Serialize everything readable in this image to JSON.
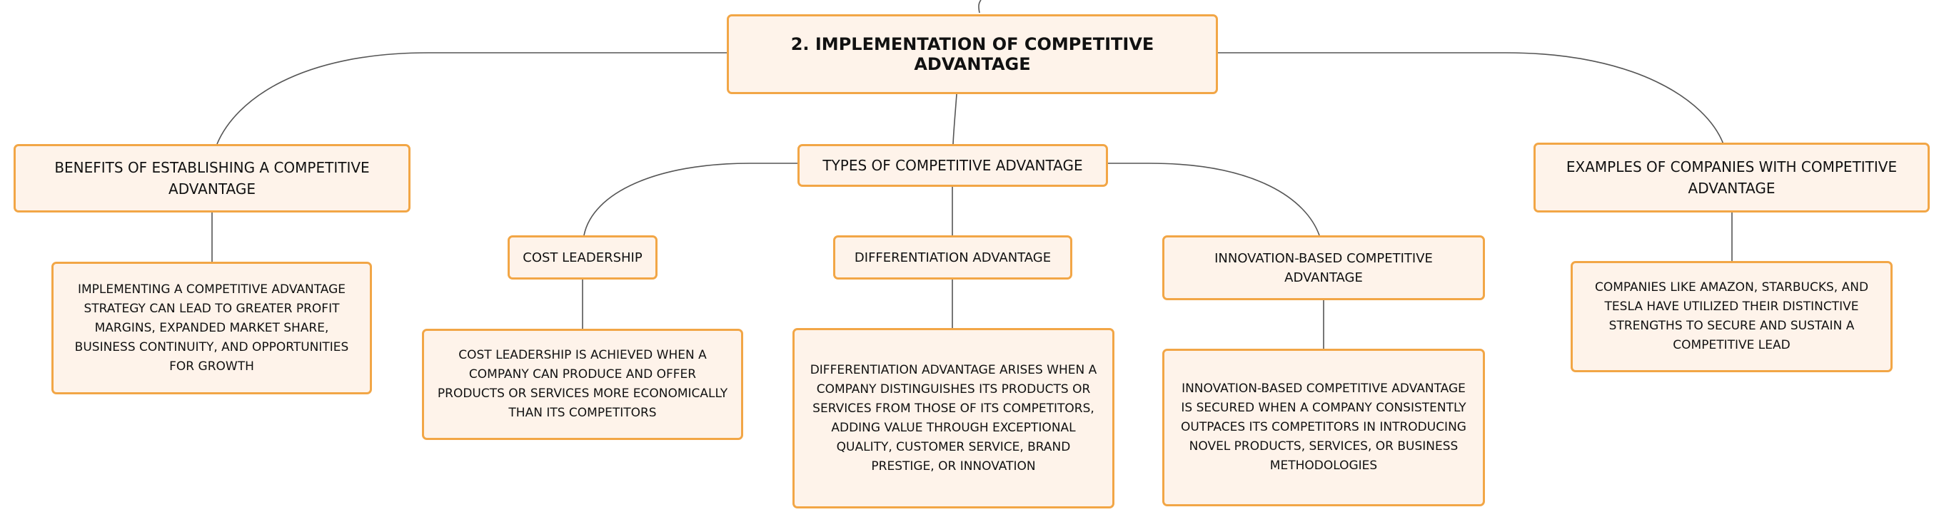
{
  "diagram": {
    "colors": {
      "fill": "#fef3ea",
      "border": "#f2a646",
      "link": "#555555",
      "text": "#111111"
    },
    "root": {
      "label": "2. IMPLEMENTATION OF COMPETITIVE ADVANTAGE"
    },
    "benefits": {
      "label": "BENEFITS OF ESTABLISHING A COMPETITIVE ADVANTAGE",
      "detail": "IMPLEMENTING A COMPETITIVE ADVANTAGE STRATEGY CAN LEAD TO GREATER PROFIT MARGINS, EXPANDED MARKET SHARE, BUSINESS CONTINUITY, AND OPPORTUNITIES FOR GROWTH"
    },
    "types": {
      "label": "TYPES OF COMPETITIVE ADVANTAGE",
      "cost": {
        "label": "COST LEADERSHIP",
        "detail": "COST LEADERSHIP IS ACHIEVED WHEN A COMPANY CAN PRODUCE AND OFFER PRODUCTS OR SERVICES MORE ECONOMICALLY THAN ITS COMPETITORS"
      },
      "differentiation": {
        "label": "DIFFERENTIATION ADVANTAGE",
        "detail": "DIFFERENTIATION ADVANTAGE ARISES WHEN A COMPANY DISTINGUISHES ITS PRODUCTS OR SERVICES FROM THOSE OF ITS COMPETITORS, ADDING VALUE THROUGH EXCEPTIONAL QUALITY, CUSTOMER SERVICE, BRAND PRESTIGE, OR INNOVATION"
      },
      "innovation": {
        "label": "INNOVATION-BASED COMPETITIVE ADVANTAGE",
        "detail": "INNOVATION-BASED COMPETITIVE ADVANTAGE IS SECURED WHEN A COMPANY CONSISTENTLY OUTPACES ITS COMPETITORS IN INTRODUCING NOVEL PRODUCTS, SERVICES, OR BUSINESS METHODOLOGIES"
      }
    },
    "examples": {
      "label": "EXAMPLES OF COMPANIES WITH COMPETITIVE ADVANTAGE",
      "detail": "COMPANIES LIKE AMAZON, STARBUCKS, AND TESLA HAVE UTILIZED THEIR DISTINCTIVE STRENGTHS TO SECURE AND SUSTAIN A COMPETITIVE LEAD"
    }
  }
}
